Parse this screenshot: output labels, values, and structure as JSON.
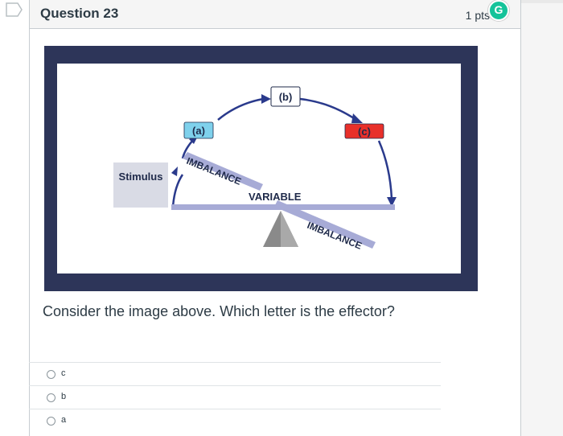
{
  "question": {
    "title": "Question 23",
    "points": "1 pts",
    "text": "Consider the image above.  Which letter is the effector?"
  },
  "diagram": {
    "stimulus_label": "Stimulus",
    "label_a": "(a)",
    "label_b": "(b)",
    "label_c": "(c)",
    "imbalance_left": "IMBALANCE",
    "imbalance_right": "IMBALANCE",
    "variable_label": "VARIABLE",
    "colors": {
      "frame": "#2d3559",
      "box_a": "#7fd1ec",
      "box_b": "#ffffff",
      "box_c": "#e8302a",
      "arrow": "#2a3a8c"
    }
  },
  "answers": [
    {
      "label": "c"
    },
    {
      "label": "b"
    },
    {
      "label": "a"
    }
  ],
  "grammarly_letter": "G"
}
